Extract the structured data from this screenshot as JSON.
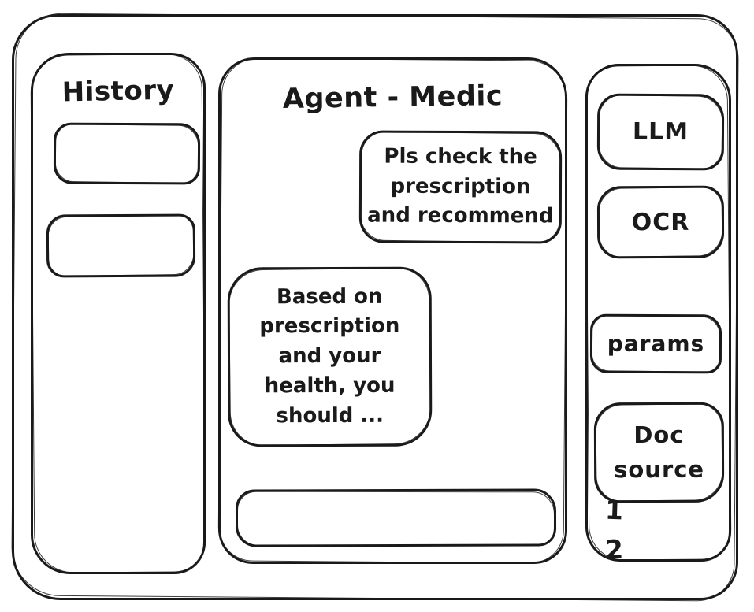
{
  "history_panel": {
    "title": "History"
  },
  "chat_panel": {
    "title": "Agent - Medic",
    "messages": [
      {
        "role": "user",
        "text": "Pls check the\nprescription\nand recommend"
      },
      {
        "role": "assistant",
        "text": "Based on\nprescription\nand your\nhealth, you\nshould ..."
      }
    ],
    "input": {
      "value": "",
      "placeholder": ""
    }
  },
  "tools_panel": {
    "buttons": [
      {
        "label": "LLM"
      },
      {
        "label": "OCR"
      },
      {
        "label": "params"
      },
      {
        "label": "Doc\nsource"
      }
    ],
    "doc_source_items": [
      "1",
      "2"
    ]
  },
  "colors": {
    "ink": "#1a1a1a",
    "background": "#ffffff"
  }
}
